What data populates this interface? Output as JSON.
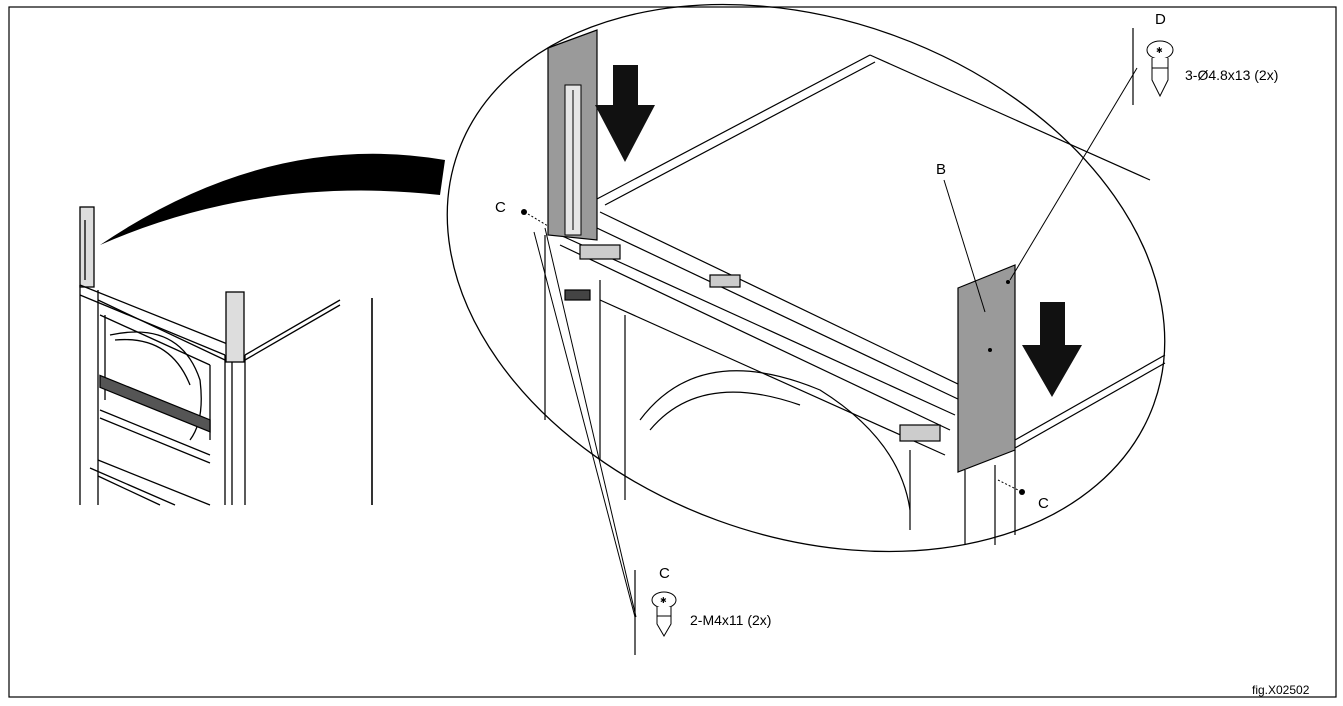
{
  "figure": {
    "id": "fig.X02502"
  },
  "callouts": {
    "b": "B",
    "c_left": "C",
    "c_right": "C",
    "c_part": "C",
    "d_part": "D"
  },
  "parts": {
    "c": {
      "letter": "C",
      "spec": "2-M4x11 (2x)",
      "icon": "screw-icon"
    },
    "d": {
      "letter": "D",
      "spec": "3-Ø4.8x13 (2x)",
      "icon": "screw-icon"
    }
  },
  "colors": {
    "panel_fill": "#9a9a9a",
    "line": "#000000",
    "arrow": "#111111"
  }
}
